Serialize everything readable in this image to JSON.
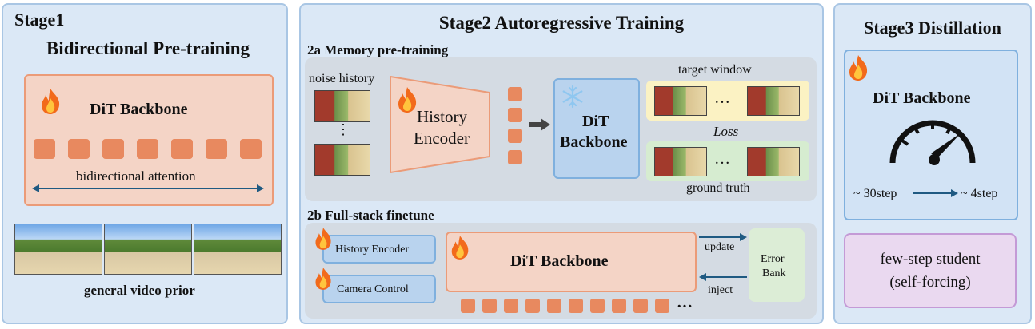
{
  "stage1": {
    "title_line1": "Stage1",
    "title_line2": "Bidirectional Pre-training",
    "backbone_label": "DiT Backbone",
    "attention_label": "bidirectional attention",
    "caption": "general video prior"
  },
  "stage2": {
    "title": "Stage2 Autoregressive Training",
    "sub_a": {
      "title": "2a Memory pre-training",
      "noise_history": "noise history",
      "vdots": "⋮",
      "encoder_line1": "History",
      "encoder_line2": "Encoder",
      "backbone_line1": "DiT",
      "backbone_line2": "Backbone",
      "target_window": "target window",
      "loss": "Loss",
      "ground_truth": "ground truth",
      "ellipsis": "…"
    },
    "sub_b": {
      "title": "2b Full-stack finetune",
      "history_encoder": "History Encoder",
      "camera_control": "Camera Control",
      "backbone_label": "DiT Backbone",
      "update": "update",
      "inject": "inject",
      "error_line1": "Error",
      "error_line2": "Bank",
      "ellipsis": "…"
    }
  },
  "stage3": {
    "title": "Stage3 Distillation",
    "backbone_label": "DiT Backbone",
    "from_steps": "~ 30step",
    "to_steps": "~ 4step",
    "student_line1": "few-step student",
    "student_line2": "(self-forcing)"
  },
  "colors": {
    "panel_fill": "#dbe8f6",
    "panel_border": "#a9c6e4",
    "token": "#e8895f",
    "backbone_fill": "#f4d4c6",
    "frozen_backbone": "#b9d3ee",
    "student_fill": "#ead9f0",
    "error_bank_fill": "#dcedd6"
  },
  "icons": [
    "fire-icon",
    "snowflake-icon",
    "speedometer-icon"
  ]
}
